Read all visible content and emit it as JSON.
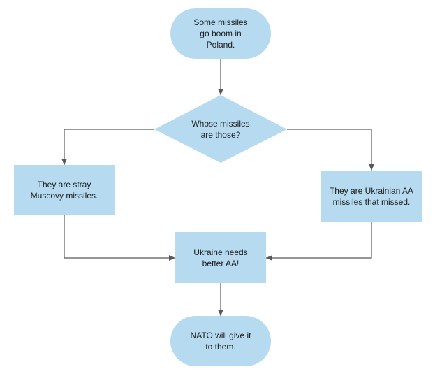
{
  "colors": {
    "node_fill": "#b6dbf0",
    "edge": "#595959",
    "text": "#1a1a1a",
    "background": "#ffffff"
  },
  "nodes": {
    "start": {
      "shape": "terminator",
      "label": "Some missiles\ngo boom in\nPoland."
    },
    "decision": {
      "shape": "decision",
      "label": "Whose missiles\nare those?"
    },
    "left_branch": {
      "shape": "process",
      "label": "They are stray\nMuscovy missiles."
    },
    "right_branch": {
      "shape": "process",
      "label": "They are Ukrainian AA\nmissiles that missed."
    },
    "merge": {
      "shape": "process",
      "label": "Ukraine needs\nbetter AA!"
    },
    "end": {
      "shape": "terminator",
      "label": "NATO will give it\nto them."
    }
  },
  "edges": [
    {
      "from": "start",
      "to": "decision"
    },
    {
      "from": "decision",
      "to": "left_branch"
    },
    {
      "from": "decision",
      "to": "right_branch"
    },
    {
      "from": "left_branch",
      "to": "merge"
    },
    {
      "from": "right_branch",
      "to": "merge"
    },
    {
      "from": "merge",
      "to": "end"
    }
  ]
}
